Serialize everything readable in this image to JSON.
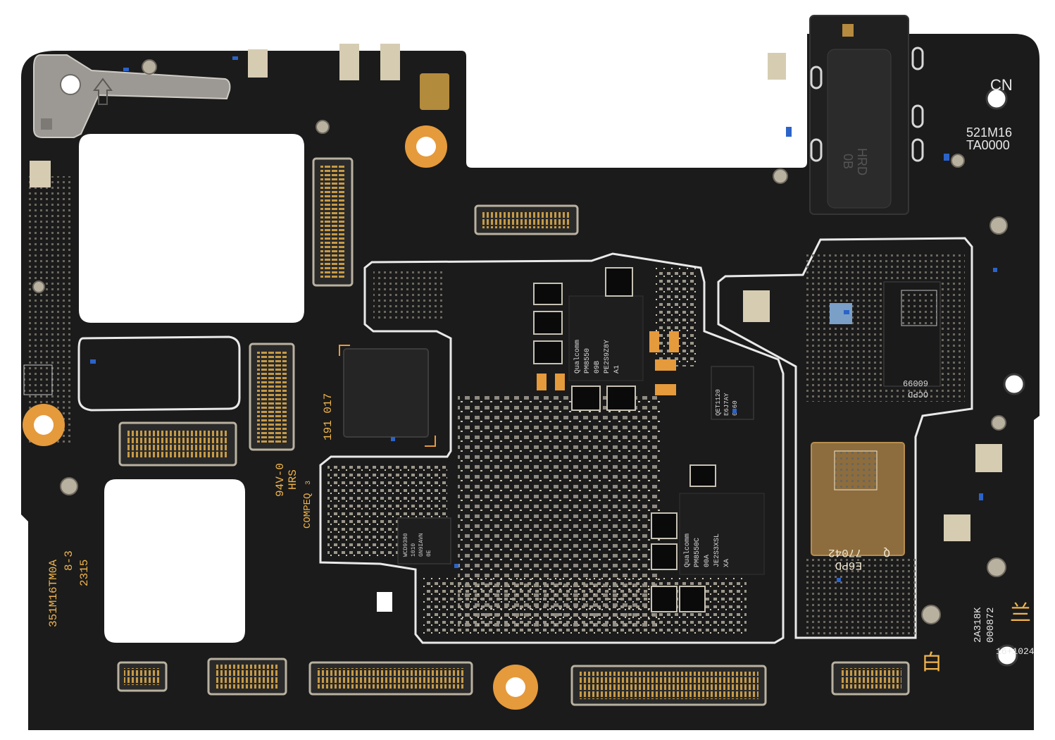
{
  "board_markings": {
    "top_right_lines": [
      "CN",
      "521M16",
      "TA0000"
    ],
    "left_vertical_lines": [
      "351M16TM0A",
      "8-3",
      "2315"
    ],
    "center_vertical_lines": [
      "191 017",
      "94V-0",
      "HRS"
    ],
    "compeq": "COMPEQ",
    "compeq_sub": "3",
    "right_vertical_lines": [
      "2A318K",
      "000872"
    ],
    "right_code": "16+1024",
    "cjk_top": "兰",
    "cjk_bottom": "白"
  },
  "chips": {
    "pmic_small": [
      "Qualcomm",
      "PM8550",
      "09B",
      "PE2S9Z8Y",
      "A1"
    ],
    "pmic_large": [
      "Qualcomm",
      "PM8550C",
      "00A",
      "JE2S3XSL",
      "XA"
    ],
    "audio_codec": [
      "WCD9380",
      "1010",
      "GN9IAVN",
      "0E"
    ],
    "small_ic": [
      "QET1120",
      "E6J7AY",
      "0C60"
    ],
    "memory": [
      "Q",
      "77042",
      "E6PD"
    ],
    "ufs": [
      "60099",
      "OCPD"
    ],
    "jack": [
      "HRD",
      "0B"
    ]
  },
  "colors": {
    "board": "#1b1b1b",
    "trace": "#e9e9e9",
    "gold": "#e59a3c",
    "silkscreen": "#f0b44b",
    "label": "#e8e8e8",
    "component": "#a8a49a",
    "connector": "#b9b1a0",
    "blue": "#2b63c9"
  }
}
